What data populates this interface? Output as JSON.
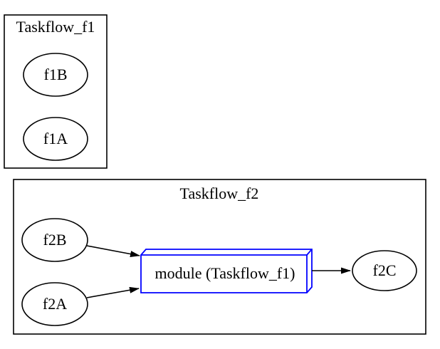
{
  "diagram": {
    "background_color": "#ffffff",
    "edge_color": "#000000",
    "node_stroke_color": "#000000",
    "module_stroke_color": "#0000ff",
    "clusters": [
      {
        "id": "cluster-taskflow-f1",
        "label": "Taskflow_f1"
      },
      {
        "id": "cluster-taskflow-f2",
        "label": "Taskflow_f2"
      }
    ],
    "nodes": [
      {
        "id": "f1B",
        "label": "f1B",
        "shape": "ellipse",
        "cluster": "Taskflow_f1"
      },
      {
        "id": "f1A",
        "label": "f1A",
        "shape": "ellipse",
        "cluster": "Taskflow_f1"
      },
      {
        "id": "f2B",
        "label": "f2B",
        "shape": "ellipse",
        "cluster": "Taskflow_f2"
      },
      {
        "id": "f2A",
        "label": "f2A",
        "shape": "ellipse",
        "cluster": "Taskflow_f2"
      },
      {
        "id": "module",
        "label": "module (Taskflow_f1)",
        "shape": "box3d",
        "cluster": "Taskflow_f2"
      },
      {
        "id": "f2C",
        "label": "f2C",
        "shape": "ellipse",
        "cluster": "Taskflow_f2"
      }
    ],
    "edges": [
      {
        "from": "f2B",
        "to": "module"
      },
      {
        "from": "f2A",
        "to": "module"
      },
      {
        "from": "module",
        "to": "f2C"
      }
    ]
  }
}
